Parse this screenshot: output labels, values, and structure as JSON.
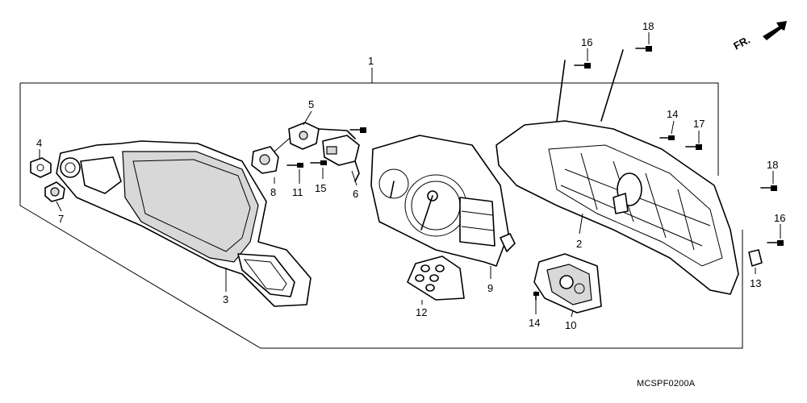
{
  "diagram": {
    "diagram_code": "MCSPF0200A",
    "direction_label": "FR.",
    "callouts": {
      "c1": "1",
      "c2": "2",
      "c3": "3",
      "c4": "4",
      "c5": "5",
      "c6": "6",
      "c7": "7",
      "c8": "8",
      "c9": "9",
      "c10": "10",
      "c11": "11",
      "c12": "12",
      "c13": "13",
      "c14a": "14",
      "c14b": "14",
      "c15": "15",
      "c16a": "16",
      "c16b": "16",
      "c17": "17",
      "c18a": "18",
      "c18b": "18"
    }
  }
}
